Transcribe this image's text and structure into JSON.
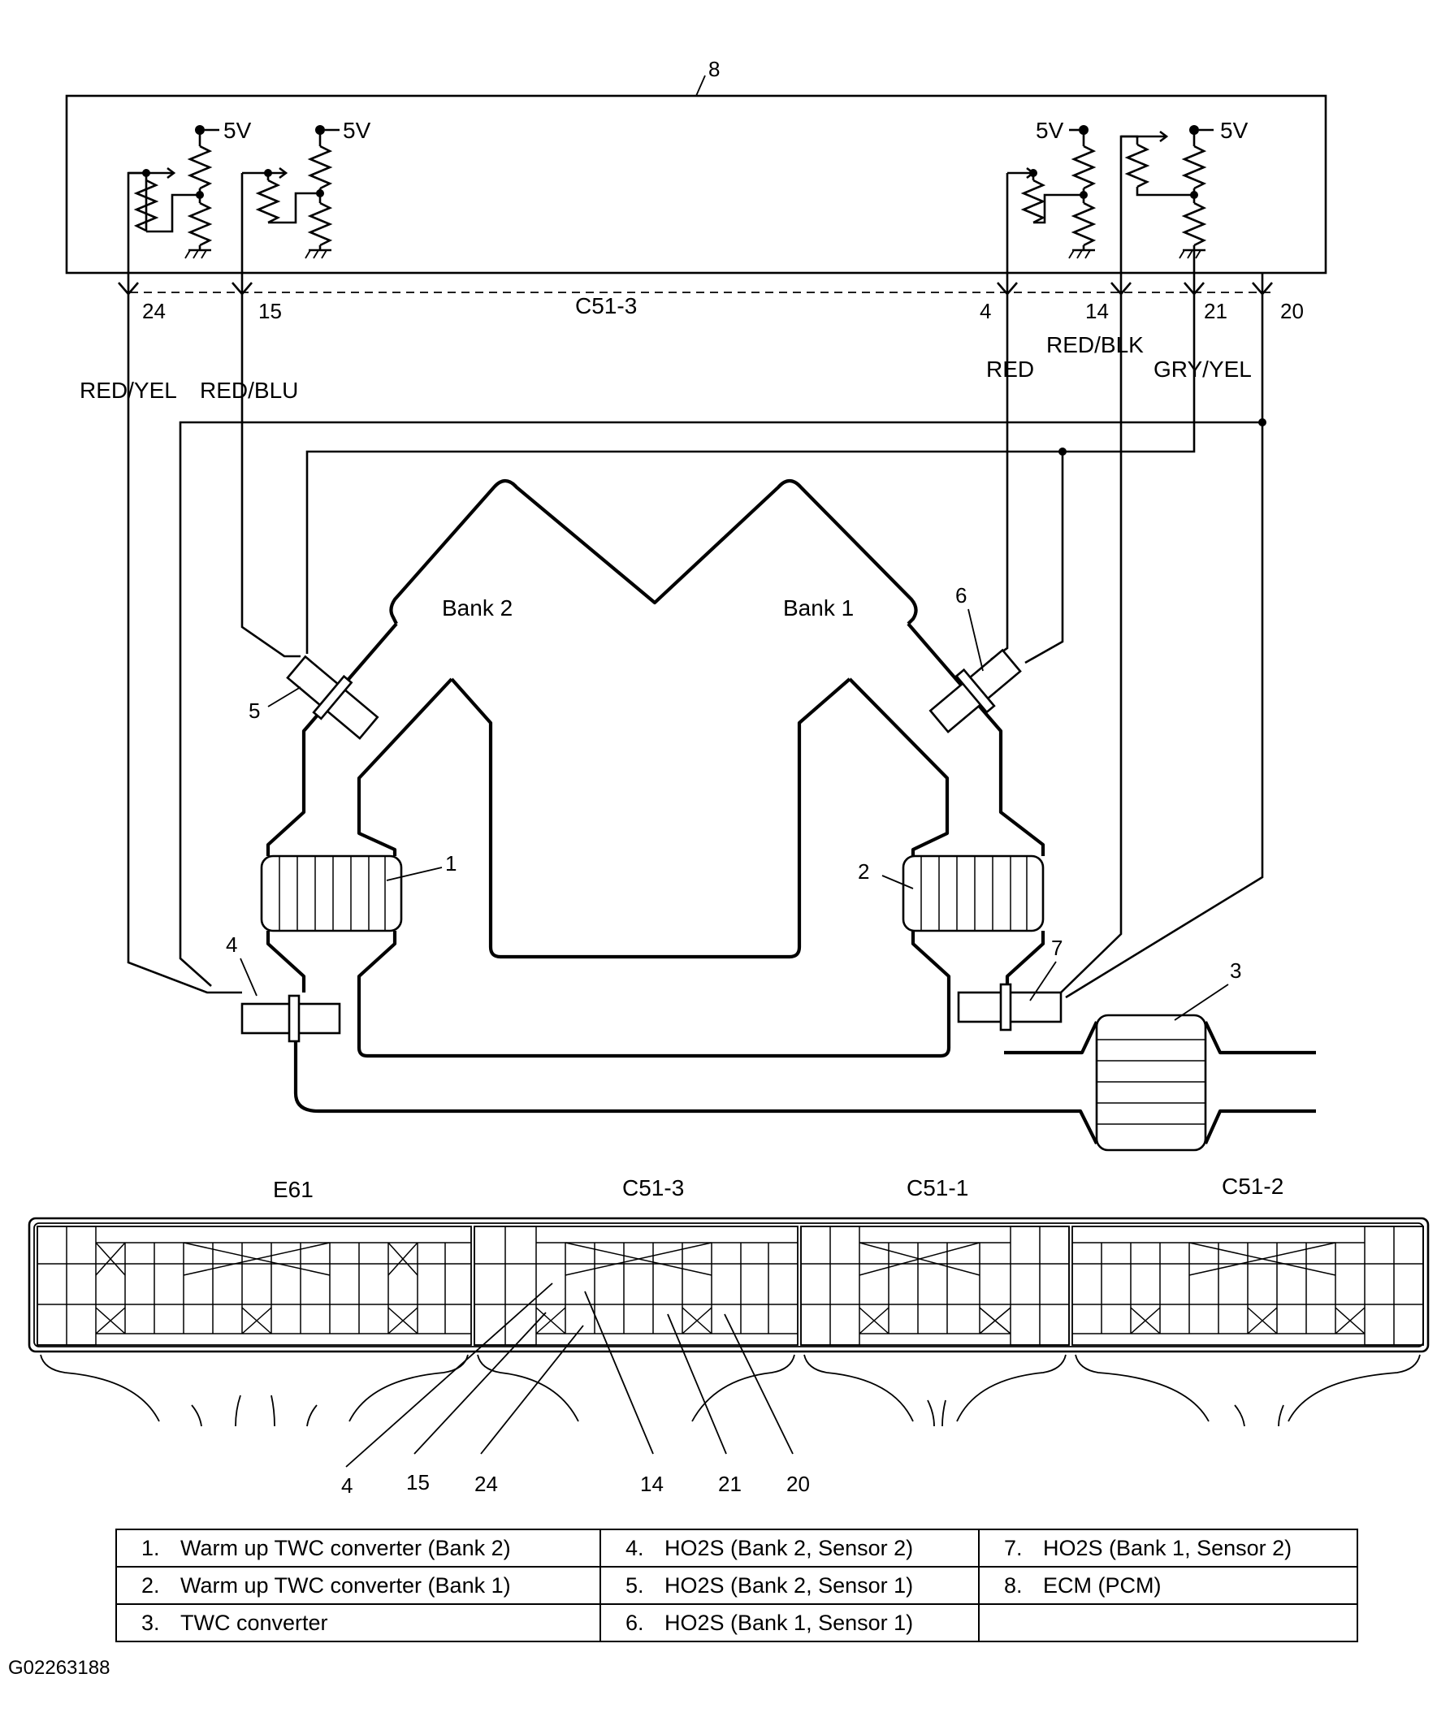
{
  "ecm": {
    "number": "8",
    "supply_label": "5V",
    "connector_label": "C51-3",
    "pins": [
      "24",
      "15",
      "4",
      "14",
      "21",
      "20"
    ]
  },
  "wires": {
    "red_yel": "RED/YEL",
    "red_blu": "RED/BLU",
    "red": "RED",
    "red_blk": "RED/BLK",
    "gry_yel": "GRY/YEL"
  },
  "engine": {
    "bank2": "Bank 2",
    "bank1": "Bank 1"
  },
  "callouts": [
    "1",
    "2",
    "3",
    "4",
    "5",
    "6",
    "7"
  ],
  "connectors": {
    "e61": "E61",
    "c51_3": "C51-3",
    "c51_1": "C51-1",
    "c51_2": "C51-2",
    "pin_callouts": [
      "4",
      "15",
      "24",
      "14",
      "21",
      "20"
    ]
  },
  "legend": [
    {
      "num": "1.",
      "text": "Warm up TWC converter (Bank 2)"
    },
    {
      "num": "4.",
      "text": "HO2S (Bank 2, Sensor 2)"
    },
    {
      "num": "7.",
      "text": "HO2S (Bank 1, Sensor 2)"
    },
    {
      "num": "2.",
      "text": "Warm up TWC converter (Bank 1)"
    },
    {
      "num": "5.",
      "text": "HO2S (Bank 2, Sensor 1)"
    },
    {
      "num": "8.",
      "text": "ECM (PCM)"
    },
    {
      "num": "3.",
      "text": "TWC converter"
    },
    {
      "num": "6.",
      "text": "HO2S (Bank 1, Sensor 1)"
    }
  ],
  "figure_id": "G02263188"
}
